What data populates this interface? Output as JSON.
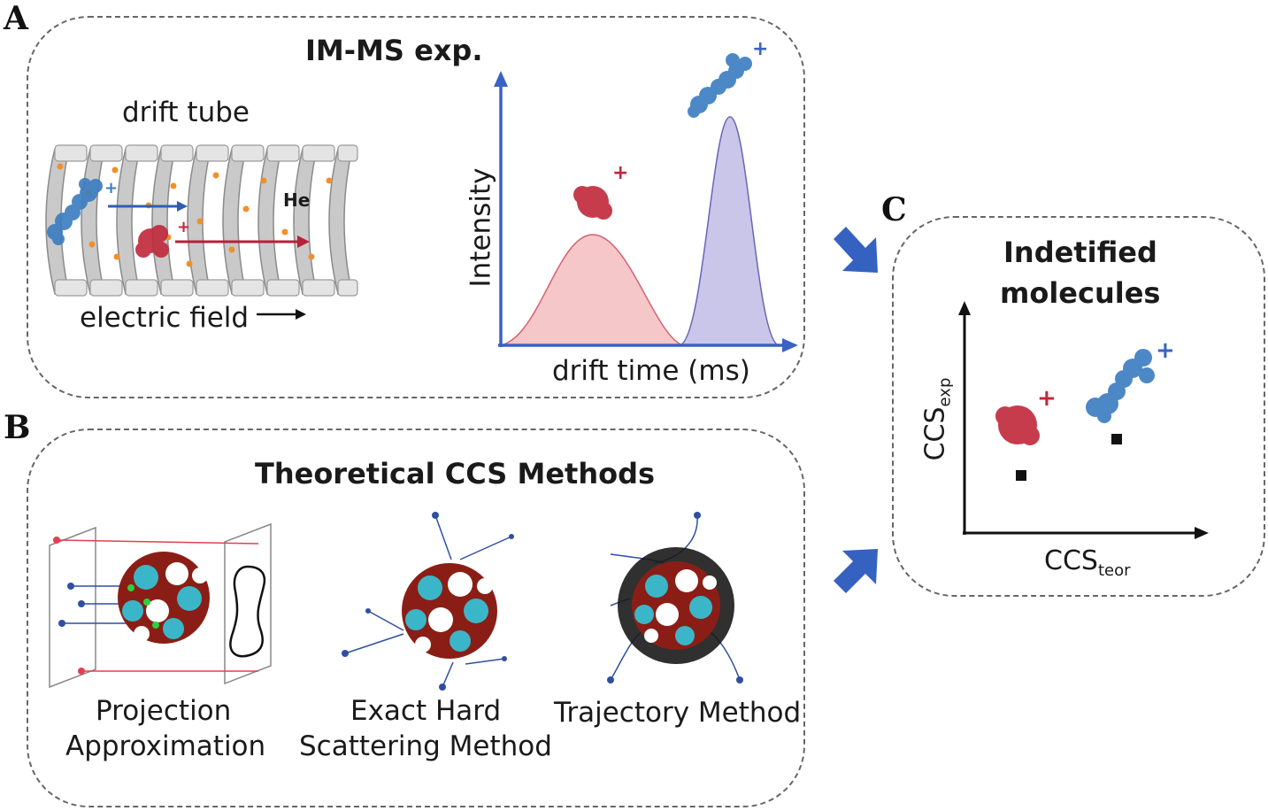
{
  "panel_a": {
    "letter": "A",
    "title": "IM-MS exp.",
    "drift_tube_label": "drift tube",
    "electric_field_label": "electric field",
    "gas_label": "He",
    "plot_ylabel": "Intensity",
    "plot_xlabel": "drift time (ms)",
    "ion_charge": "+"
  },
  "panel_b": {
    "letter": "B",
    "title": "Theoretical CCS Methods",
    "method1_line1": "Projection",
    "method1_line2": "Approximation",
    "method2_line1": "Exact Hard",
    "method2_line2": "Scattering Method",
    "method3": "Trajectory Method"
  },
  "panel_c": {
    "letter": "C",
    "title_line1": "Indetified",
    "title_line2": "molecules",
    "ylabel_main": "CCS",
    "ylabel_sub": "exp",
    "xlabel_main": "CCS",
    "xlabel_sub": "teor",
    "ion_charge": "+"
  },
  "colors": {
    "axis_blue": "#3a62c4",
    "red_ion": "#c0283a",
    "blue_ion": "#3a7cc0",
    "red_peak_fill": "#f6c7c9",
    "blue_peak_fill": "#c9c6ea",
    "arrow_blue": "#3562c0",
    "particle_orange": "#f0902a"
  }
}
